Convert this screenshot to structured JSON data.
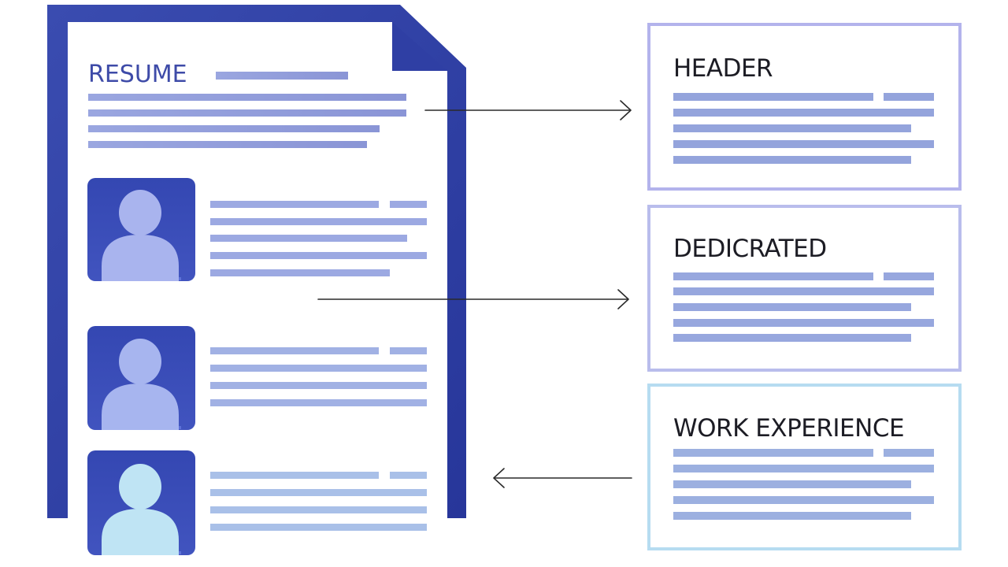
{
  "document": {
    "title": "RESUME",
    "photo_count": 3
  },
  "sections": [
    {
      "title": "HEADER"
    },
    {
      "title": "DEDICRATED"
    },
    {
      "title": "WORK EXPERIENCE"
    }
  ],
  "arrows": [
    {
      "name": "header-arrow",
      "direction": "right"
    },
    {
      "name": "dedicated-arrow",
      "direction": "right"
    },
    {
      "name": "work-experience-arrow",
      "direction": "left"
    }
  ],
  "colors": {
    "document_frame": "#2e3f9e",
    "document_paper": "#ffffff",
    "title_text": "#3e4ba8",
    "text_line": "#8e9ad8",
    "photo_bg": "#3a4bb4",
    "person": "#a9b4ee",
    "person_light": "#bfe4f4",
    "box_border_1": "#b3b3ec",
    "box_border_2": "#b9bdec",
    "box_border_3": "#b6dcf1",
    "arrow": "#2a2a2a",
    "box_title": "#1c1c24"
  },
  "icons": {
    "photo": "user-avatar-icon",
    "document": "resume-document-icon"
  }
}
